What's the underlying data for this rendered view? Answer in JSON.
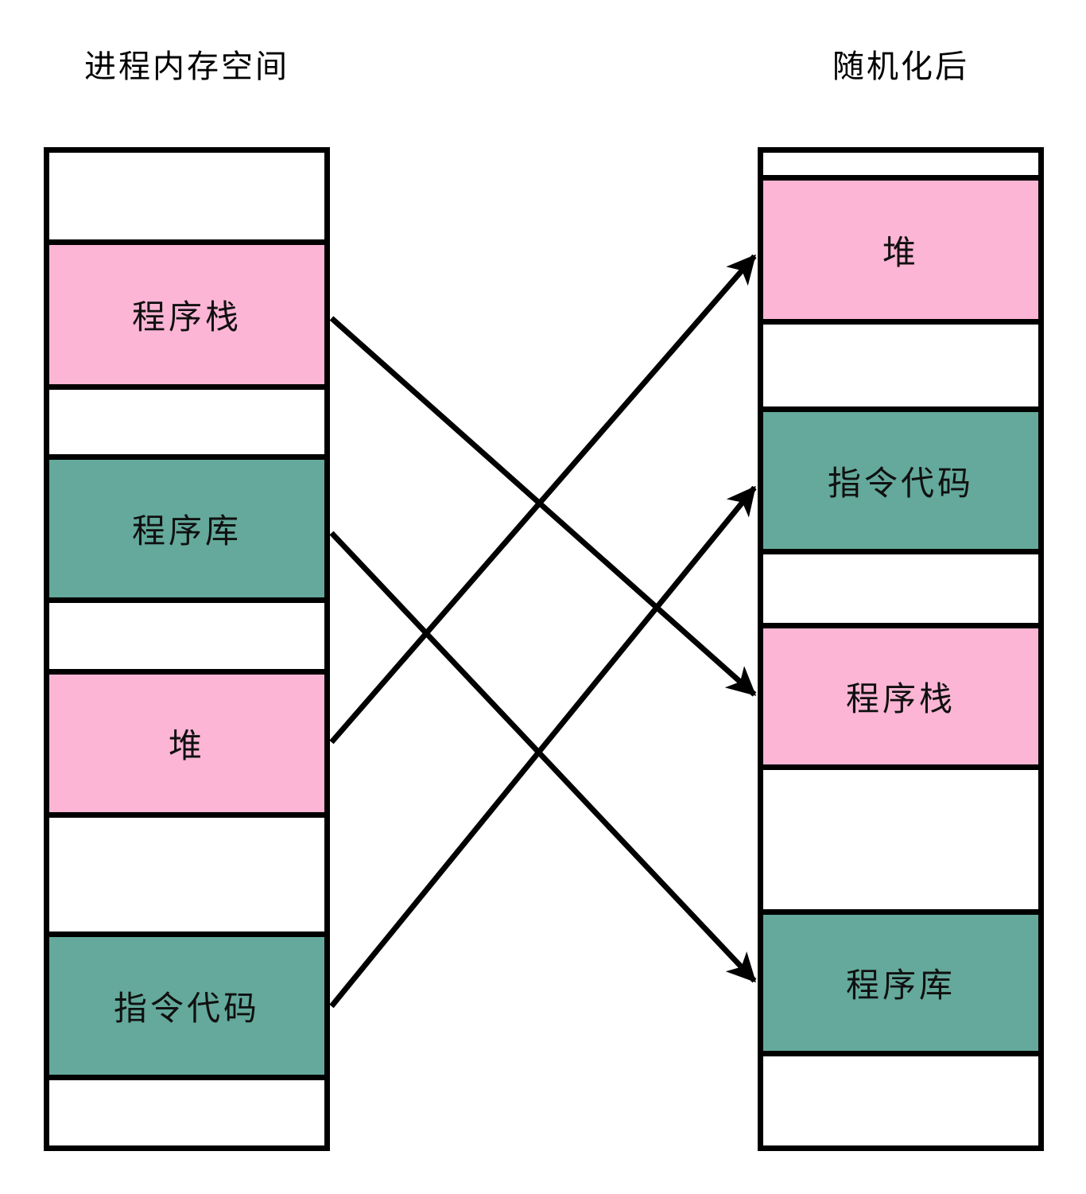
{
  "diagram": {
    "left_column": {
      "title": "进程内存空间",
      "blocks": [
        {
          "label": "",
          "kind": "empty"
        },
        {
          "label": "程序栈",
          "kind": "program-stack",
          "color": "pink"
        },
        {
          "label": "",
          "kind": "empty"
        },
        {
          "label": "程序库",
          "kind": "program-library",
          "color": "teal"
        },
        {
          "label": "",
          "kind": "empty"
        },
        {
          "label": "堆",
          "kind": "heap",
          "color": "pink"
        },
        {
          "label": "",
          "kind": "empty"
        },
        {
          "label": "指令代码",
          "kind": "instruction-code",
          "color": "teal"
        },
        {
          "label": "",
          "kind": "empty"
        }
      ]
    },
    "right_column": {
      "title": "随机化后",
      "blocks": [
        {
          "label": "",
          "kind": "empty"
        },
        {
          "label": "堆",
          "kind": "heap",
          "color": "pink"
        },
        {
          "label": "",
          "kind": "empty"
        },
        {
          "label": "指令代码",
          "kind": "instruction-code",
          "color": "teal"
        },
        {
          "label": "",
          "kind": "empty"
        },
        {
          "label": "程序栈",
          "kind": "program-stack",
          "color": "pink"
        },
        {
          "label": "",
          "kind": "empty"
        },
        {
          "label": "程序库",
          "kind": "program-library",
          "color": "teal"
        },
        {
          "label": "",
          "kind": "empty"
        }
      ]
    },
    "arrows": [
      {
        "from": "程序栈",
        "to": "程序栈"
      },
      {
        "from": "程序库",
        "to": "程序库"
      },
      {
        "from": "堆",
        "to": "堆"
      },
      {
        "from": "指令代码",
        "to": "指令代码"
      }
    ],
    "colors": {
      "pink": "#FCB5D5",
      "teal": "#64A99B",
      "line": "#000000",
      "background": "#FFFFFF"
    }
  }
}
